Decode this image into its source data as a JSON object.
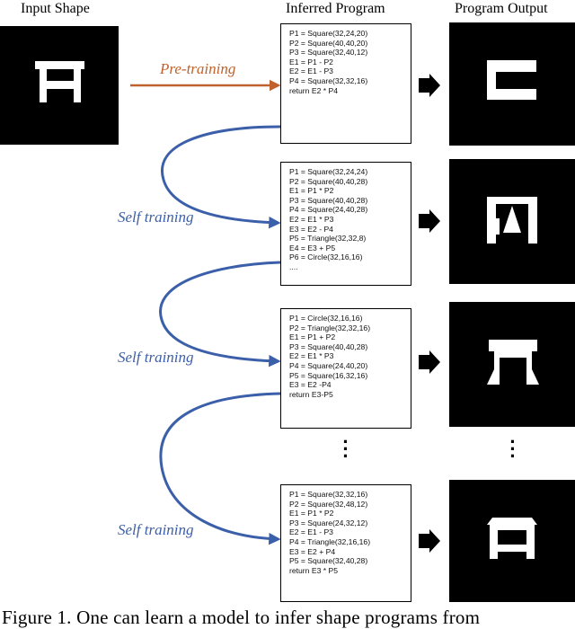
{
  "headers": {
    "input": "Input Shape",
    "program": "Inferred Program",
    "output": "Program Output"
  },
  "edge_labels": {
    "pretraining": "Pre-training",
    "self1": "Self training",
    "self2": "Self training",
    "self3": "Self training"
  },
  "colors": {
    "pretraining_arrow": "#c0622d",
    "self_training_arrow": "#3b5fa8",
    "shape_bg": "#000000",
    "shape_fg": "#ffffff"
  },
  "programs": [
    {
      "lines": [
        "P1 = Square(32,24,20)",
        "P2 = Square(40,40,20)",
        "P3 = Square(32,40,12)",
        "E1 = P1 - P2",
        "E2 = E1 - P3",
        "P4 = Square(32,32,16)",
        "return E2 * P4"
      ]
    },
    {
      "lines": [
        "P1 = Square(32,24,24)",
        "P2 = Square(40,40,28)",
        "E1 = P1 * P2",
        "P3 = Square(40,40,28)",
        "P4 = Square(24,40,28)",
        "E2 = E1 * P3",
        "E3 = E2 - P4",
        "P5 = Triangle(32,32,8)",
        "E4 = E3 + P5",
        "P6 = Circle(32,16,16)",
        "...."
      ]
    },
    {
      "lines": [
        "P1 = Circle(32,16,16)",
        "P2 = Triangle(32,32,16)",
        "E1 = P1 + P2",
        "P3 = Square(40,40,28)",
        "E2 = E1 * P3",
        "P4 = Square(24,40,20)",
        "P5 = Square(16,32,16)",
        "E3 = E2 -P4",
        "return E3-P5"
      ]
    },
    {
      "lines": [
        "P1 = Square(32,32,16)",
        "P2 = Square(32,48,12)",
        "E1 = P1 * P2",
        "P3 = Square(24,32,12)",
        "E2 = E1 - P3",
        "P4 = Triangle(32,16,16)",
        "E3 = E2 + P4",
        "P5 = Square(32,40,28)",
        "return E3 * P5"
      ]
    }
  ],
  "caption": "Figure 1.   One can learn a model to infer shape programs from"
}
